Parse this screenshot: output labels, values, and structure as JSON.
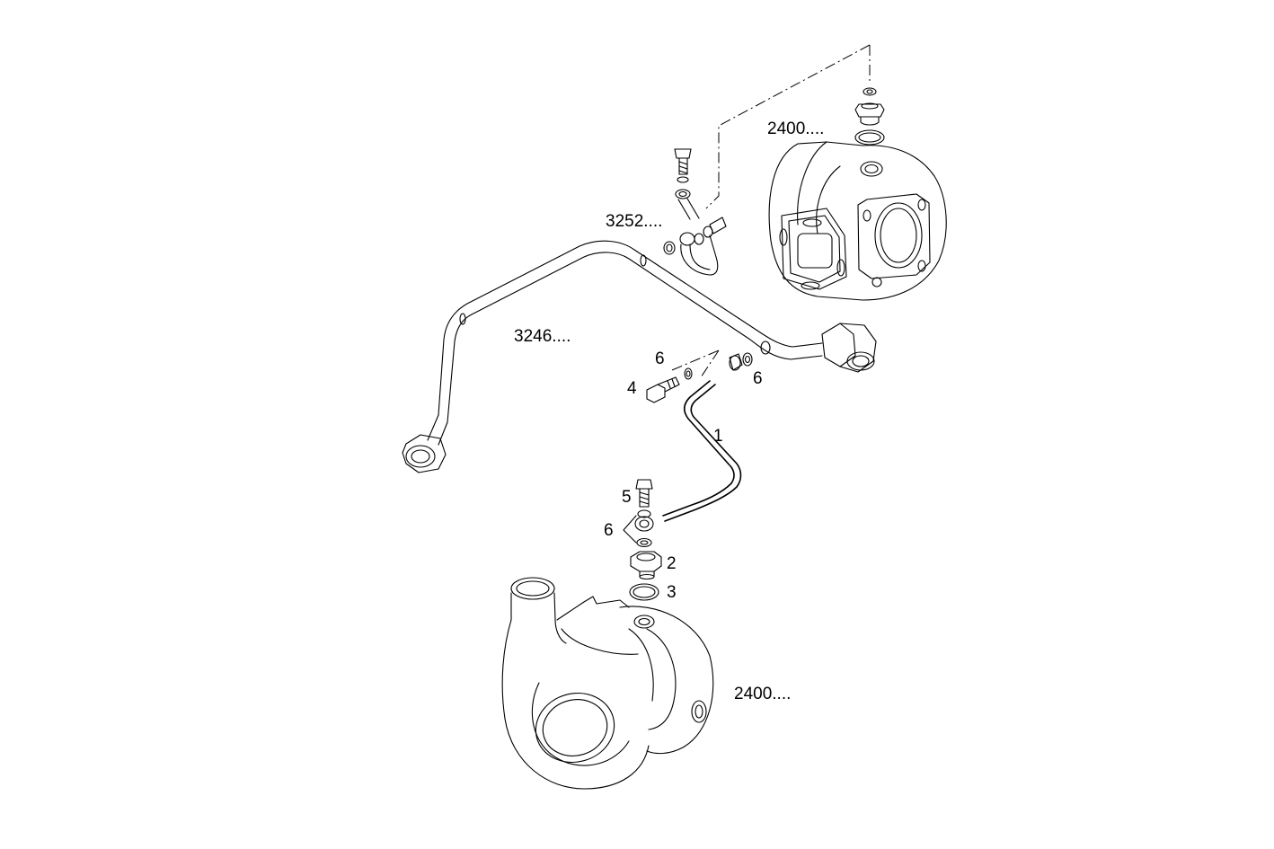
{
  "labels": {
    "turbo_top": "2400....",
    "turbo_bottom": "2400....",
    "fitting_top": "3252....",
    "main_pipe": "3246....",
    "pipe_1": "1",
    "plug_2": "2",
    "seal_3": "3",
    "bolt_4": "4",
    "bolt_5": "5",
    "washer_6_left": "6",
    "washer_6_right": "6",
    "washer_6_bottom": "6"
  }
}
